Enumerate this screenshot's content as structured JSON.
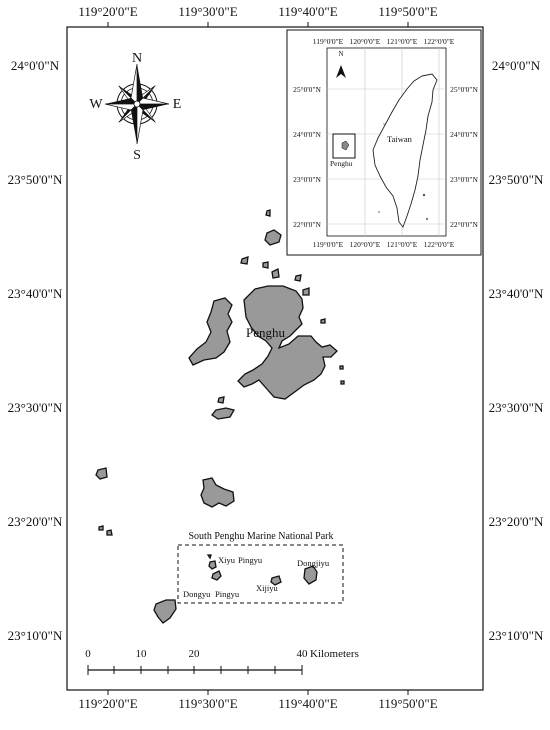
{
  "map": {
    "top_lon_labels": [
      "119°20'0\"E",
      "119°30'0\"E",
      "119°40'0\"E",
      "119°50'0\"E"
    ],
    "bottom_lon_labels": [
      "119°20'0\"E",
      "119°30'0\"E",
      "119°40'0\"E",
      "119°50'0\"E"
    ],
    "left_lat_labels": [
      "24°0'0\"N",
      "23°50'0\"N",
      "23°40'0\"N",
      "23°30'0\"N",
      "23°20'0\"N",
      "23°10'0\"N"
    ],
    "right_lat_labels": [
      "24°0'0\"N",
      "23°50'0\"N",
      "23°40'0\"N",
      "23°30'0\"N",
      "23°20'0\"N",
      "23°10'0\"N"
    ],
    "compass": {
      "n": "N",
      "s": "S",
      "e": "E",
      "w": "W"
    },
    "labels": {
      "penghu": "Penghu",
      "park_title": "South Penghu Marine National Park",
      "xiyu": "Xiyu",
      "pingyu": "Pingyu",
      "dongyu": "Dongyu",
      "pingyu2": "Pingyu",
      "xijiyu": "Xijiyu",
      "dongjiyu": "Dongjiyu"
    },
    "scale_bar": {
      "ticks": [
        "0",
        "10",
        "20",
        "40"
      ],
      "unit": "Kilometers"
    },
    "colors": {
      "land": "#999999",
      "outline": "#111111",
      "background": "#ffffff"
    }
  },
  "inset": {
    "top_lon_labels": [
      "119°0'0\"E",
      "120°0'0\"E",
      "121°0'0\"E",
      "122°0'0\"E"
    ],
    "bottom_lon_labels": [
      "119°0'0\"E",
      "120°0'0\"E",
      "121°0'0\"E",
      "122°0'0\"E"
    ],
    "left_lat_labels": [
      "25°0'0\"N",
      "24°0'0\"N",
      "23°0'0\"N",
      "22°0'0\"N"
    ],
    "right_lat_labels": [
      "25°0'0\"N",
      "24°0'0\"N",
      "23°0'0\"N",
      "22°0'0\"N"
    ],
    "north": "N",
    "taiwan_label": "Taiwan",
    "penghu_label": "Penghu"
  }
}
